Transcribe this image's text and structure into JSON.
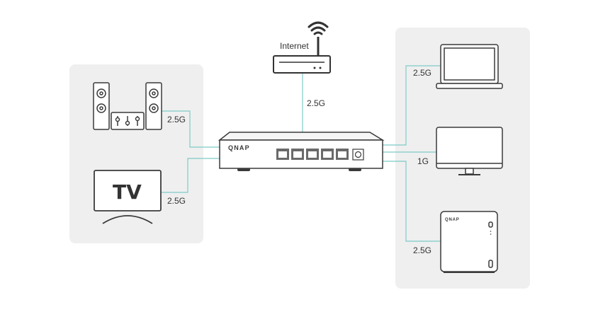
{
  "internet": {
    "label": "Internet",
    "speed": "2.5G"
  },
  "switch": {
    "brand": "QNAP"
  },
  "left_group": {
    "speaker_speed": "2.5G",
    "tv_speed": "2.5G",
    "tv_text": "TV"
  },
  "right_group": {
    "laptop_speed": "2.5G",
    "monitor_speed": "1G",
    "nas_speed": "2.5G",
    "nas_brand": "QNAP"
  },
  "colors": {
    "panel": "#efefef",
    "line": "#7ecbc6",
    "device_stroke": "#3a3a3a",
    "port": "#6a6a6a"
  }
}
